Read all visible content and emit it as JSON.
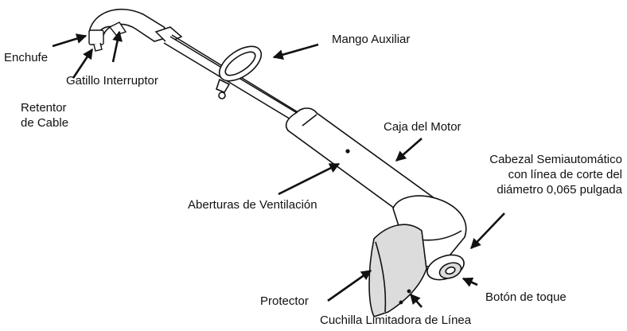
{
  "diagram": {
    "labels": {
      "enchufe": "Enchufe",
      "retentor": "Retentor\nde Cable",
      "gatillo": "Gatillo Interruptor",
      "mango": "Mango Auxiliar",
      "caja": "Caja del Motor",
      "cabezal": "Cabezal Semiautomático\ncon línea de corte del\ndiámetro 0,065 pulgada",
      "aberturas": "Aberturas de Ventilación",
      "protector": "Protector",
      "boton": "Botón de toque",
      "cuchilla": "Cuchilla Limitadora de Línea"
    },
    "colors": {
      "line": "#111111",
      "fill": "#ffffff",
      "shade": "#dcdcdc"
    }
  }
}
